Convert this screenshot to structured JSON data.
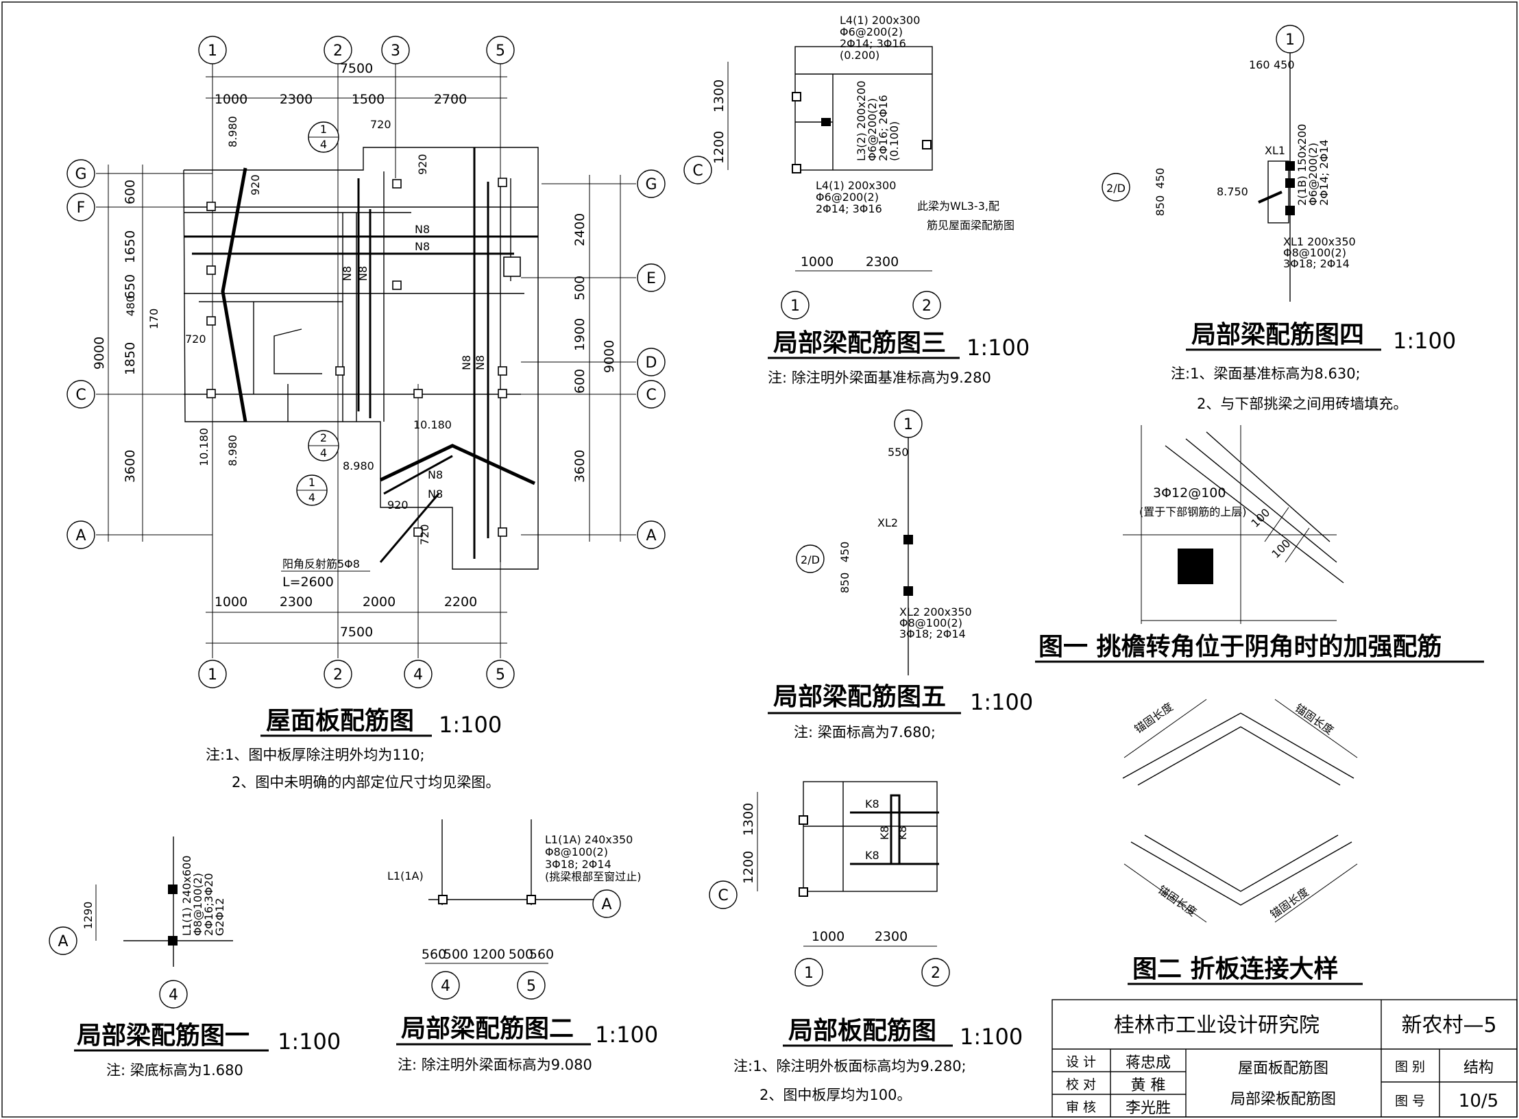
{
  "title_block": {
    "institute": "桂林市工业设计研究院",
    "project": "新农村—5",
    "row1_label": "设  计",
    "row1_name": "蒋忠成",
    "row2_label": "校  对",
    "row2_name": "黄  稚",
    "row3_label": "审  核",
    "row3_name": "李光胜",
    "drawing1": "屋面板配筋图",
    "drawing2": "局部梁板配筋图",
    "cat_label": "图  别",
    "cat_value": "结构",
    "num_label": "图  号",
    "num_value": "10/5"
  },
  "plan": {
    "title": "屋面板配筋图",
    "scale": "1:100",
    "note1": "注:1、图中板厚除注明外均为110;",
    "note2": "2、图中未明确的内部定位尺寸均见梁图。",
    "axis_top": [
      "1",
      "2",
      "3",
      "5"
    ],
    "axis_bottom": [
      "1",
      "2",
      "4",
      "5"
    ],
    "axis_left": [
      "G",
      "F",
      "C",
      "A"
    ],
    "axis_right": [
      "G",
      "E",
      "D",
      "C",
      "A"
    ],
    "dim_total_top": "7500",
    "dims_top": [
      "1000",
      "2300",
      "1500",
      "2700"
    ],
    "dims_bottom": [
      "1000",
      "2300",
      "2000",
      "2200"
    ],
    "dim_total_bottom": "7500",
    "dims_left": [
      "600",
      "1650",
      "650",
      "480",
      "170",
      "1850",
      "3600"
    ],
    "dim_left_total": "9000",
    "dims_right": [
      "2400",
      "500",
      "1900",
      "600",
      "3600"
    ],
    "dim_right_total": "9000",
    "labels": {
      "n8": "N8",
      "d720": "720",
      "d920": "920",
      "e8980": "8.980",
      "e10180": "10.180",
      "sec_top": "1",
      "sec_bottom": "4",
      "sec2": "2",
      "corner_bar": "阳角反射筋5Φ8",
      "corner_len": "L=2600"
    }
  },
  "d1": {
    "title": "局部梁配筋图一",
    "scale": "1:100",
    "note": "注: 梁底标高为1.680",
    "beam": [
      "L1(1) 240x600",
      "Φ8@100(2)",
      "2Φ16;3Φ20",
      "G2Φ12"
    ],
    "dim": "1290",
    "axis_a": "A",
    "axis_4": "4"
  },
  "d2": {
    "title": "局部梁配筋图二",
    "scale": "1:100",
    "note": "注: 除注明外梁面标高为9.080",
    "beam": [
      "L1(1A) 240x350",
      "Φ8@100(2)",
      "3Φ18; 2Φ14",
      "(挑梁根部至窗过止)"
    ],
    "tag": "L1(1A)",
    "dims": [
      "560",
      "500",
      "1200",
      "500",
      "560"
    ],
    "axis_a": "A",
    "axis_4": "4",
    "axis_5": "5"
  },
  "d3": {
    "title": "局部梁配筋图三",
    "scale": "1:100",
    "note": "注: 除注明外梁面基准标高为9.280",
    "beam_top": [
      "L4(1) 200x300",
      "Φ6@200(2)",
      "2Φ14; 3Φ16",
      "(0.200)"
    ],
    "beam_mid": [
      "L3(2) 200x200",
      "Φ6@200(2)",
      "2Φ16; 2Φ16",
      "(0.100)"
    ],
    "beam_low": [
      "L4(1) 200x300",
      "Φ6@200(2)",
      "2Φ14; 3Φ16"
    ],
    "remark1": "此梁为WL3-3,配",
    "remark2": "筋见屋面梁配筋图",
    "dims_v": [
      "1300",
      "1200"
    ],
    "dims_h": [
      "1000",
      "2300"
    ],
    "axis_c": "C",
    "axis_1": "1",
    "axis_2": "2"
  },
  "d4": {
    "title": "局部梁配筋图四",
    "scale": "1:100",
    "note1": "注:1、梁面基准标高为8.630;",
    "note2": "2、与下部挑梁之间用砖墙填充。",
    "beam_a": [
      "2(1B) 150x200",
      "Φ6@200(2)",
      "2Φ14; 2Φ14"
    ],
    "beam_b": [
      "XL1 200x350",
      "Φ8@100(2)",
      "3Φ18; 2Φ14"
    ],
    "tag": "XL1",
    "elev": "8.750",
    "dims": [
      "160",
      "450"
    ],
    "dims_v": [
      "450",
      "850"
    ],
    "axis_1": "1",
    "axis_2d": "2/D"
  },
  "d5": {
    "title": "局部梁配筋图五",
    "scale": "1:100",
    "note": "注: 梁面标高为7.680;",
    "beam": [
      "XL2 200x350",
      "Φ8@100(2)",
      "3Φ18; 2Φ14"
    ],
    "tag": "XL2",
    "dim": "550",
    "dims_v": [
      "450",
      "850"
    ],
    "axis_1": "1",
    "axis_2d": "2/D"
  },
  "d6": {
    "title": "局部板配筋图",
    "scale": "1:100",
    "note1": "注:1、除注明外板面标高均为9.280;",
    "note2": "2、图中板厚均为100。",
    "k8": "K8",
    "dims_v": [
      "1300",
      "1200"
    ],
    "dims_h": [
      "1000",
      "2300"
    ],
    "axis_c": "C",
    "axis_1": "1",
    "axis_2": "2"
  },
  "fig1": {
    "title": "图一  挑檐转角位于阴角时的加强配筋",
    "bar": "3Φ12@100",
    "bar_note": "(置于下部钢筋的上层)",
    "d100": "100"
  },
  "fig2": {
    "title": "图二  折板连接大样",
    "anchor": "锚固长度"
  }
}
